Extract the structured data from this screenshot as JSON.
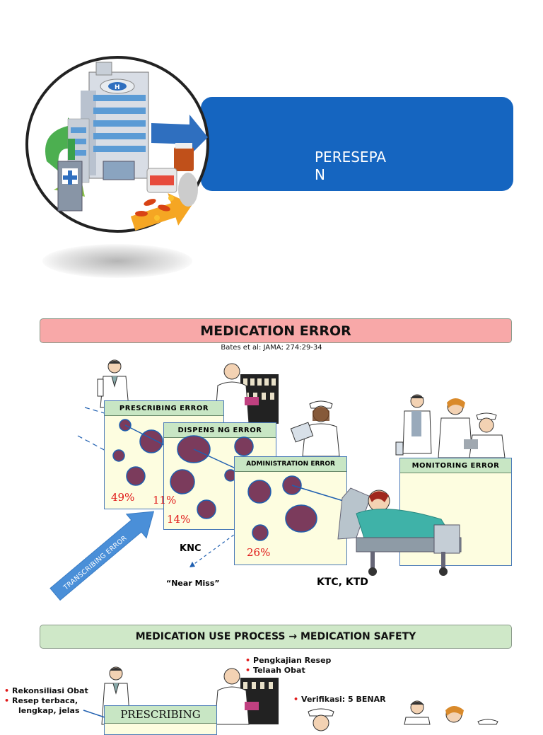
{
  "slide1": {
    "title_line1": "PERESEPA",
    "title_line2": "N",
    "banner_color": "#1565c0"
  },
  "slide2": {
    "header": "MEDICATION ERROR",
    "header_color": "#f8a8a8",
    "citation": "Bates et al: JAMA; 274:29-34",
    "boxes": {
      "prescribing": {
        "title": "PRESCRIBING ERROR",
        "pct": "49%"
      },
      "dispensing": {
        "title": "DISPENS NG ERROR",
        "pct": "11%",
        "pct2": "14%"
      },
      "administration": {
        "title": "ADMINISTRATION ERROR",
        "pct": "26%"
      },
      "monitoring": {
        "title": "MONITORING ERROR"
      }
    },
    "transcribing": "TRANSCRIBING ERROR",
    "knc": "KNC",
    "near_miss": "“Near Miss”",
    "ktc": "KTC, KTD"
  },
  "slide3": {
    "header": "MEDICATION USE PROCESS → MEDICATION SAFETY",
    "header_color": "#cfe8c8",
    "left_bullets": [
      "Rekonsiliasi Obat",
      "Resep terbaca,",
      "lengkap, jelas"
    ],
    "mid_bullets": [
      "Pengkajian Resep",
      "Telaah Obat"
    ],
    "verif": "Verifikasi: 5 BENAR",
    "prescribing_label": "PRESCRIBING"
  },
  "icons": [
    "hospital-icon",
    "doctor-icon",
    "pharmacist-icon",
    "nurse-icon",
    "patient-bed-icon"
  ]
}
